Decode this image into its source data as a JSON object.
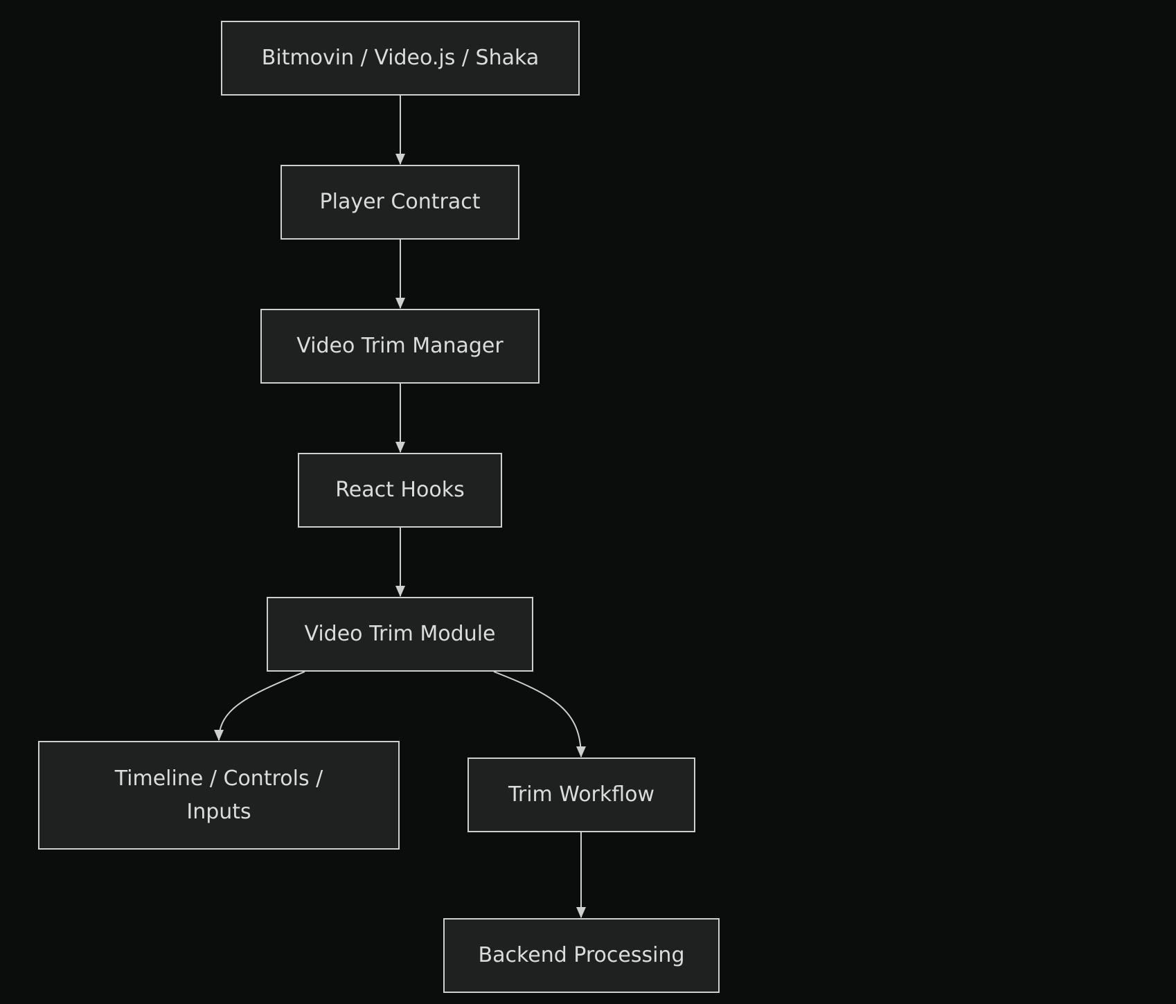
{
  "nodes": {
    "source": {
      "label": "Bitmovin / Video.js / Shaka"
    },
    "contract": {
      "label": "Player Contract"
    },
    "manager": {
      "label": "Video Trim Manager"
    },
    "hooks": {
      "label": "React Hooks"
    },
    "module": {
      "label": "Video Trim Module"
    },
    "timeline": {
      "label": "Timeline / Controls / Inputs"
    },
    "workflow": {
      "label": "Trim Workflow"
    },
    "backend": {
      "label": "Backend Processing"
    }
  },
  "edges": [
    {
      "from": "source",
      "to": "contract"
    },
    {
      "from": "contract",
      "to": "manager"
    },
    {
      "from": "manager",
      "to": "hooks"
    },
    {
      "from": "hooks",
      "to": "module"
    },
    {
      "from": "module",
      "to": "timeline"
    },
    {
      "from": "module",
      "to": "workflow"
    },
    {
      "from": "workflow",
      "to": "backend"
    }
  ],
  "colors": {
    "background": "#0b0d0d",
    "node_fill": "#1f2020",
    "node_stroke": "#cfcfcf",
    "edge": "#cfcfcf",
    "text": "#dcdcdc"
  }
}
